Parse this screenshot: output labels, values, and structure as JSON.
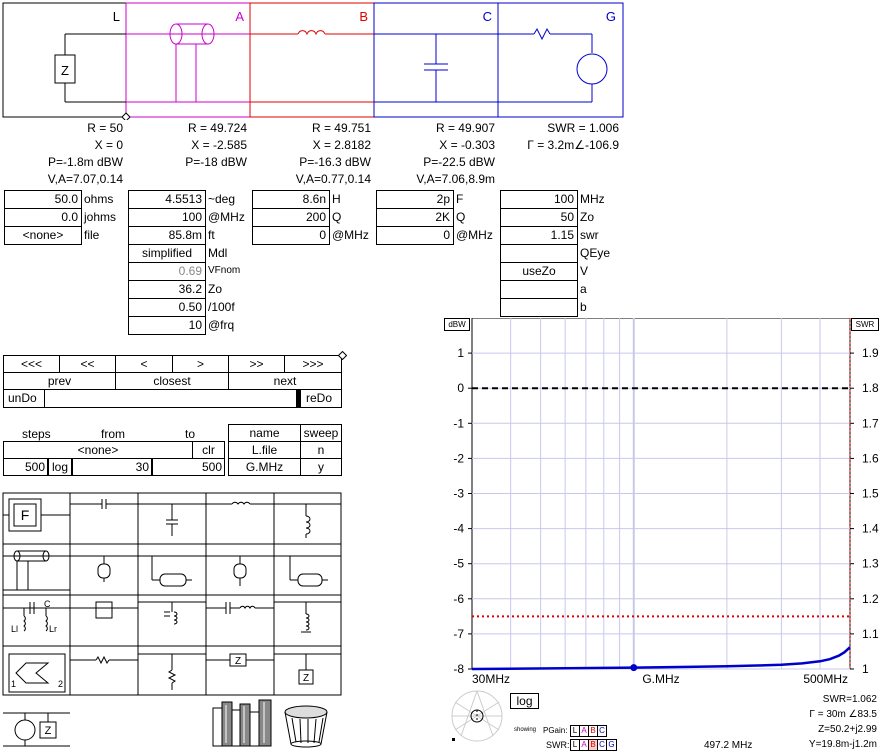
{
  "schematic": {
    "sections": [
      {
        "id": "L",
        "label": "L",
        "color": "#000000"
      },
      {
        "id": "A",
        "label": "A",
        "color": "#cc00cc"
      },
      {
        "id": "B",
        "label": "B",
        "color": "#dd0000"
      },
      {
        "id": "C",
        "label": "C",
        "color": "#0000cc"
      },
      {
        "id": "G",
        "label": "G",
        "color": "#0000cc"
      }
    ],
    "load_symbol": "Z"
  },
  "readouts": {
    "L": [
      "R = 50",
      "X = 0",
      "P=-1.8m dBW",
      "V,A=7.07,0.14"
    ],
    "A": [
      "R = 49.724",
      "X = -2.585",
      "P=-18 dBW"
    ],
    "B": [
      "R = 49.751",
      "X = 2.8182",
      "P=-16.3 dBW",
      "V,A=0.77,0.14"
    ],
    "C": [
      "R = 49.907",
      "X = -0.303",
      "P=-22.5 dBW",
      "V,A=7.06,8.9m"
    ],
    "G": [
      "SWR = 1.006",
      "Γ = 3.2m∠-106.9"
    ]
  },
  "params": {
    "L": [
      {
        "value": "50.0",
        "unit": "ohms"
      },
      {
        "value": "0.0",
        "unit": "johms"
      },
      {
        "value": "<none>",
        "unit": "file",
        "center": true
      }
    ],
    "A": [
      {
        "value": "4.5513",
        "unit": "~deg"
      },
      {
        "value": "100",
        "unit": "@MHz"
      },
      {
        "value": "85.8m",
        "unit": "ft"
      },
      {
        "value": "simplified",
        "unit": "Mdl",
        "center": true
      },
      {
        "value": "0.69",
        "unit": "VFnom",
        "small": true
      },
      {
        "value": "36.2",
        "unit": "Zo"
      },
      {
        "value": "0.50",
        "unit": "/100f"
      },
      {
        "value": "10",
        "unit": "@frq"
      }
    ],
    "B": [
      {
        "value": "8.6n",
        "unit": "H"
      },
      {
        "value": "200",
        "unit": "Q"
      },
      {
        "value": "0",
        "unit": "@MHz"
      }
    ],
    "C": [
      {
        "value": "2p",
        "unit": "F"
      },
      {
        "value": "2K",
        "unit": "Q"
      },
      {
        "value": "0",
        "unit": "@MHz"
      }
    ],
    "G": [
      {
        "value": "100",
        "unit": "MHz"
      },
      {
        "value": "50",
        "unit": "Zo"
      },
      {
        "value": "1.15",
        "unit": "swr"
      },
      {
        "value": "",
        "unit": "QEye"
      },
      {
        "value": "useZo",
        "unit": "V",
        "center": true
      },
      {
        "value": "",
        "unit": "a"
      },
      {
        "value": "",
        "unit": "b"
      }
    ]
  },
  "nav": {
    "buttons": [
      "<<<",
      "<<",
      "<",
      ">",
      ">>",
      ">>>"
    ],
    "prev": "prev",
    "closest": "closest",
    "next": "next",
    "undo": "unDo",
    "redo": "reDo"
  },
  "sweep": {
    "headers": {
      "steps": "steps",
      "from": "from",
      "to": "to",
      "name": "name",
      "sweep": "sweep"
    },
    "file_value": "<none>",
    "clr": "clr",
    "name_file": "L.file",
    "sweep_n": "n",
    "steps_value": "500",
    "log_label": "log",
    "from_value": "30",
    "to_value": "500",
    "name_value": "G.MHz",
    "sweep_y": "y"
  },
  "palette": {
    "sub_labels": {
      "c": "C",
      "ll": "Ll",
      "lr": "Lr",
      "one": "1",
      "two": "2",
      "f": "F",
      "z": "Z"
    }
  },
  "graph": {
    "left_axis_label": "dBW",
    "right_axis_label": "SWR",
    "x_labels": [
      "30MHz",
      "G.MHz",
      "500MHz"
    ],
    "log_button": "log",
    "marker_freq": "497.2 MHz",
    "stats": [
      "SWR=1.062",
      "Γ = 30m ∠83.5",
      "Z=50.2+j2.99",
      "Y=19.8m-j1.2m"
    ],
    "legend": {
      "showing": "showing",
      "pgain_label": "PGain:",
      "swr_label": "SWR:",
      "sections": [
        "L",
        "A",
        "B",
        "C",
        "G"
      ]
    },
    "colors": {
      "power": "#0000cc",
      "zero": "#000000",
      "swr_limit": "#dd0000",
      "grid": "#c8c8ee"
    }
  },
  "chart_data": {
    "type": "line",
    "xlabel": "G.MHz",
    "x_scale": "log",
    "xlim": [
      30,
      500
    ],
    "ylim": [
      -8,
      2
    ],
    "y2lim": [
      1.0,
      2.0
    ],
    "ylabel": "dBW",
    "y2label": "SWR",
    "yticks": [
      1,
      0,
      -1,
      -2,
      -3,
      -4,
      -5,
      -6,
      -7,
      -8
    ],
    "y2ticks": [
      1.9,
      1.8,
      1.7,
      1.6,
      1.5,
      1.4,
      1.3,
      1.2,
      1.1,
      1
    ],
    "series": [
      {
        "axis": "y2",
        "color": "#0000cc",
        "x": [
          30,
          60,
          100,
          150,
          200,
          250,
          300,
          350,
          400,
          430,
          460,
          480,
          500
        ],
        "values": [
          1.0,
          1.002,
          1.004,
          1.006,
          1.008,
          1.01,
          1.012,
          1.016,
          1.022,
          1.028,
          1.038,
          1.048,
          1.062
        ]
      }
    ],
    "reference_lines": [
      {
        "axis": "y",
        "value": 0,
        "style": "dashed",
        "color": "#000000"
      },
      {
        "axis": "y2",
        "value": 1.15,
        "style": "dotted",
        "color": "#dd0000"
      }
    ],
    "marker": {
      "x": 100
    }
  }
}
